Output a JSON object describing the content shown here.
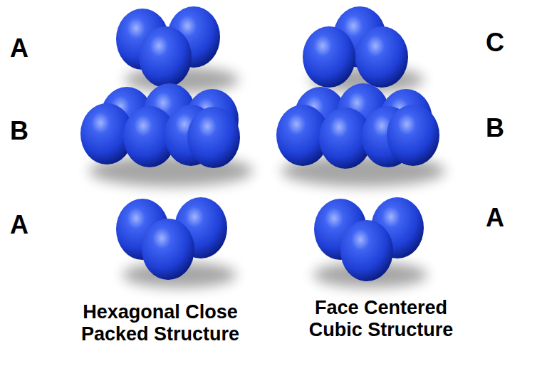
{
  "diagram": {
    "labels": [
      "A",
      "C",
      "B",
      "B",
      "A",
      "A",
      "Hexagonal Close Packed Structure",
      "Face Centered Cubic Structure"
    ]
  }
}
